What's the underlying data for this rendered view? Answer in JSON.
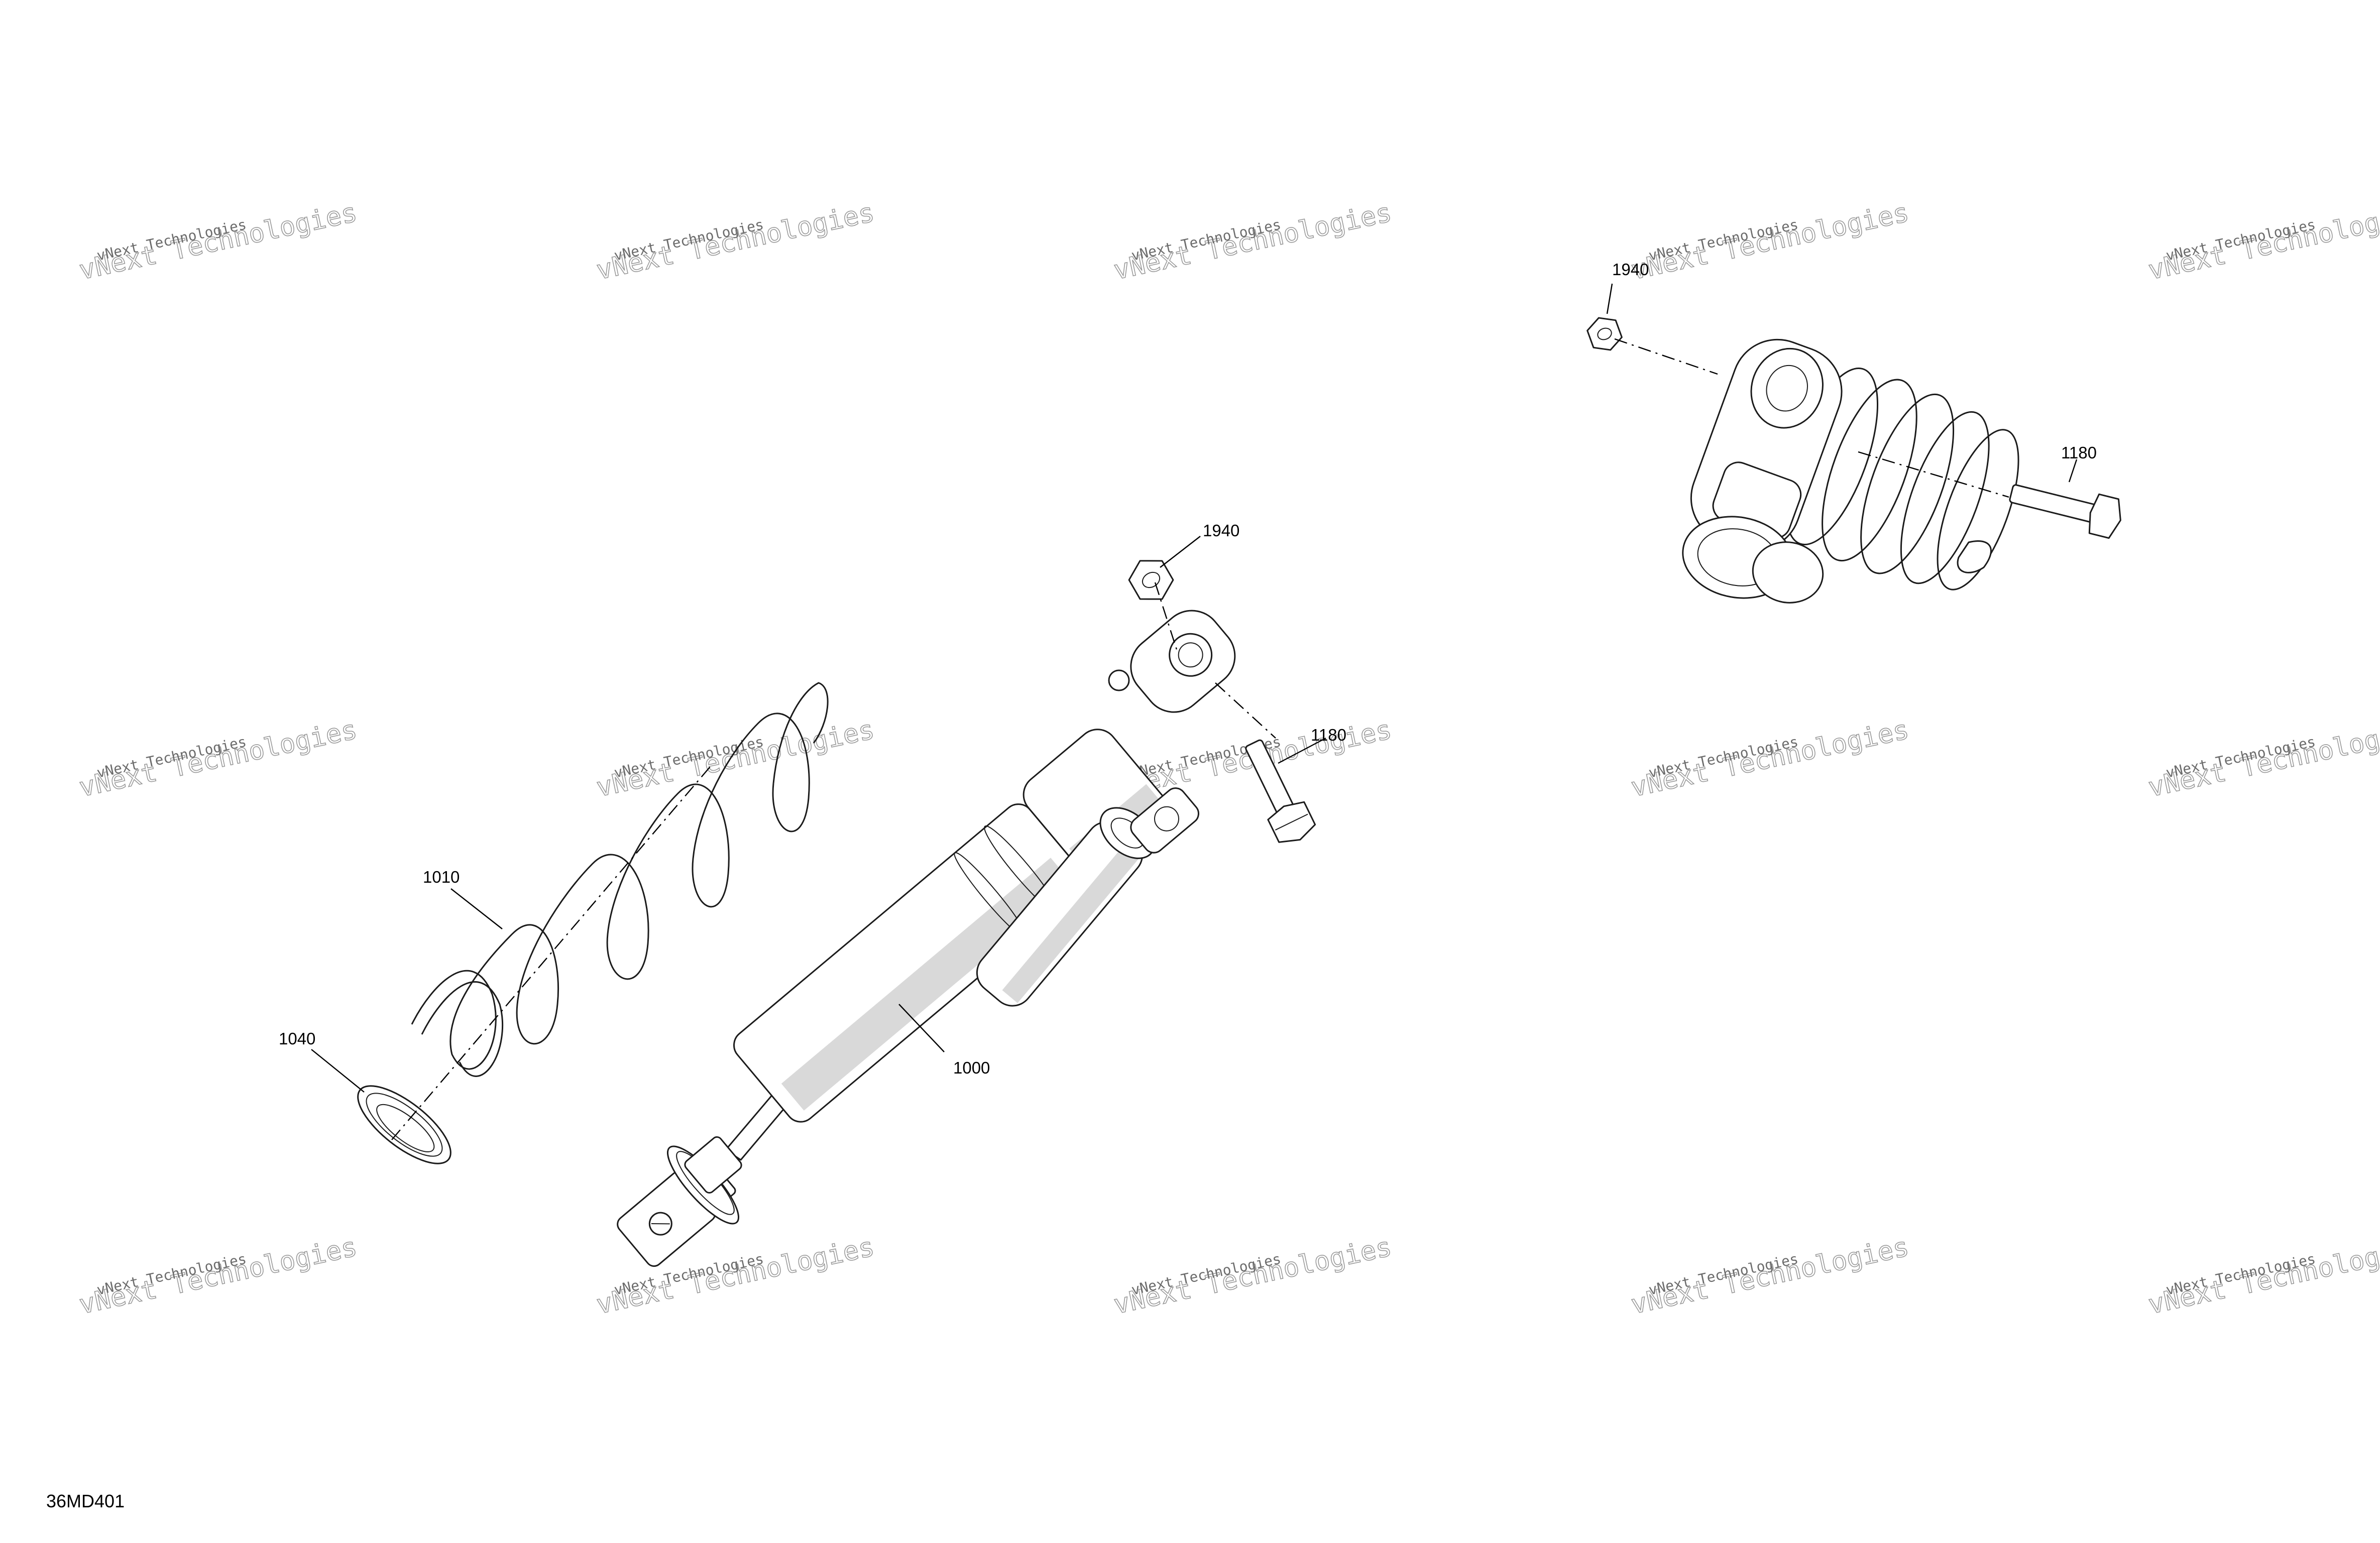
{
  "watermark": {
    "line1": "vNext Technologies",
    "line2": "vNext Technologies"
  },
  "callouts": {
    "shock_absorber": "1000",
    "spring": "1010",
    "spring_seat": "1040",
    "bolt_main": "1180",
    "nut_main": "1940",
    "bolt_inset": "1180",
    "nut_inset": "1940"
  },
  "figure_code": "36MD401"
}
